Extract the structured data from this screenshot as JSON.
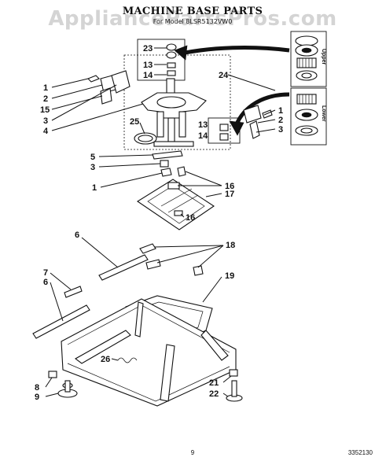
{
  "watermark": "AppliancePartsPros.com",
  "title": "MACHINE BASE PARTS",
  "subtitle": "For Model 8LSR5132VW0",
  "inset_labels": {
    "upper": "Upper",
    "lower": "Lower"
  },
  "callouts": {
    "c23": "23",
    "c13a": "13",
    "c14a": "14",
    "c24": "24",
    "c1a": "1",
    "c2a": "2",
    "c15": "15",
    "c3a": "3",
    "c4": "4",
    "c25": "25",
    "c1b": "1",
    "c2b": "2",
    "c3b": "3",
    "c13b": "13",
    "c14b": "14",
    "c5": "5",
    "c3c": "3",
    "c1c": "1",
    "c16a": "16",
    "c17": "17",
    "c16b": "16",
    "c6a": "6",
    "c18": "18",
    "c7": "7",
    "c6b": "6",
    "c19": "19",
    "c26": "26",
    "c8": "8",
    "c9": "9",
    "c21": "21",
    "c22": "22"
  },
  "footer": {
    "page_number": "9",
    "doc_number": "3352130"
  }
}
